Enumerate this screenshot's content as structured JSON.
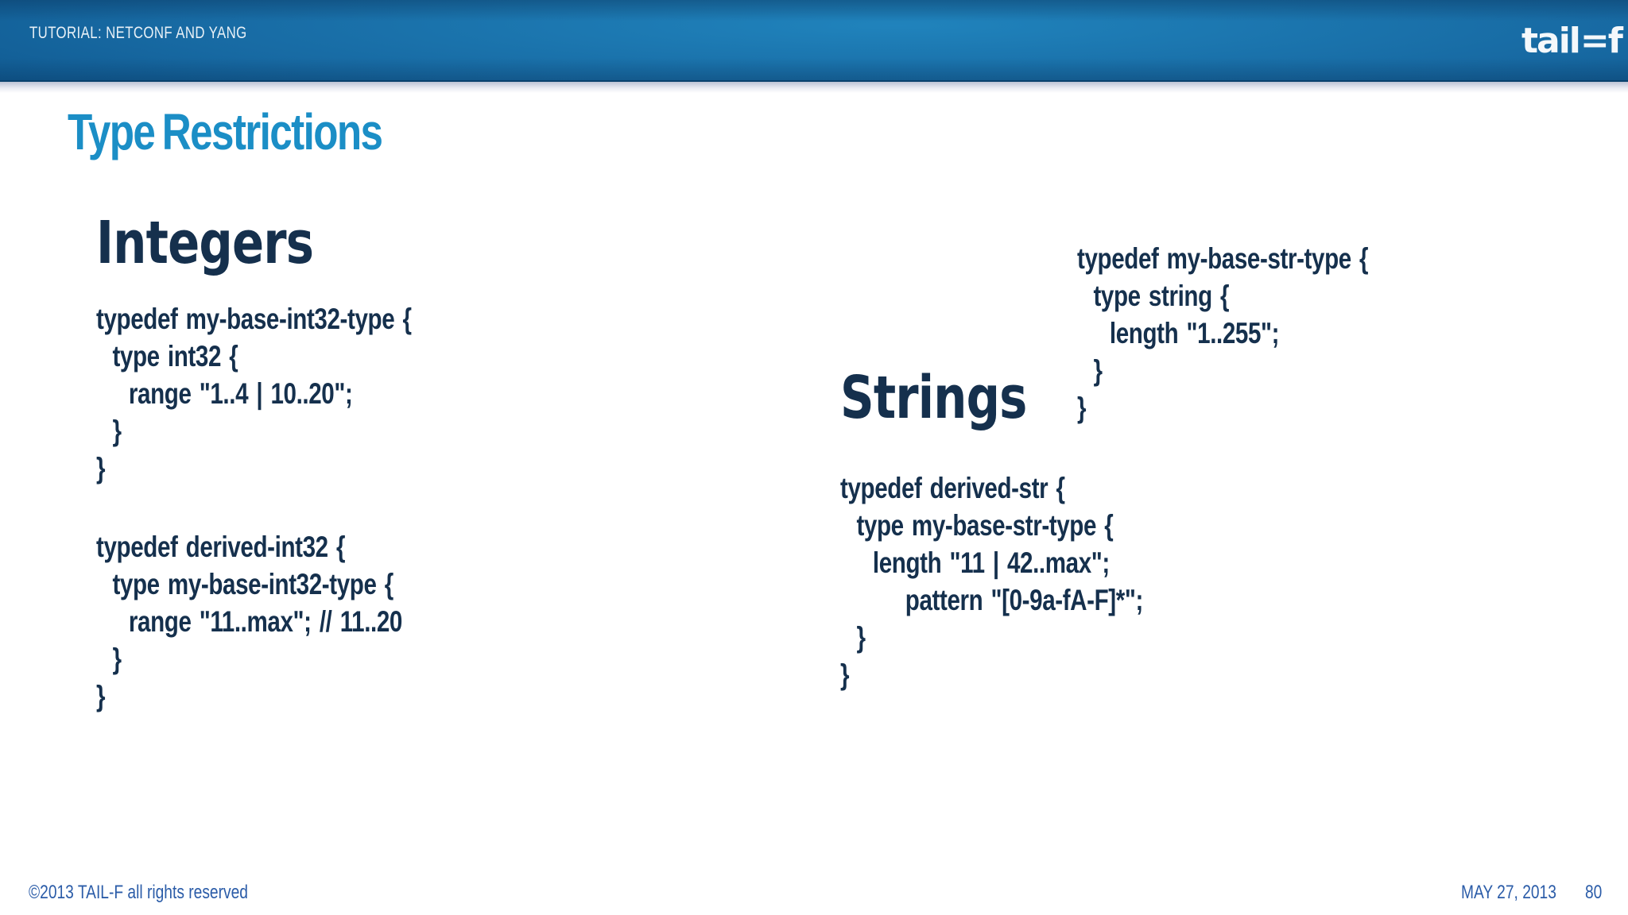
{
  "header": {
    "eyebrow": "TUTORIAL: NETCONF AND YANG",
    "logo": {
      "text": "tail",
      "separator": "=",
      "suffix": "f"
    }
  },
  "slide": {
    "title": "Type Restrictions",
    "columns": [
      {
        "heading": "Integers",
        "blocks": [
          "typedef my-base-int32-type {\n  type int32 {\n    range \"1..4 | 10..20\";\n  }\n}",
          "typedef derived-int32 {\n  type my-base-int32-type {\n    range \"11..max\"; // 11..20\n  }\n}"
        ]
      },
      {
        "heading": "Strings",
        "blocks": [
          "typedef my-base-str-type {\n  type string {\n    length \"1..255\";\n  }\n}",
          "typedef derived-str {\n  type my-base-str-type {\n    length \"11 | 42..max\";\n        pattern \"[0-9a-fA-F]*\";\n  }\n}"
        ]
      }
    ]
  },
  "footer": {
    "copyright": "©2013 TAIL-F all rights reserved",
    "date": "MAY 27, 2013",
    "page": "80"
  },
  "colors": {
    "header_blue_light": "#2083bc",
    "header_blue_dark": "#0a4678",
    "title_blue": "#1b8ec6",
    "code_navy": "#15304d",
    "footer_blue": "#2b5ca8",
    "logo_white": "#f4f8fb"
  }
}
